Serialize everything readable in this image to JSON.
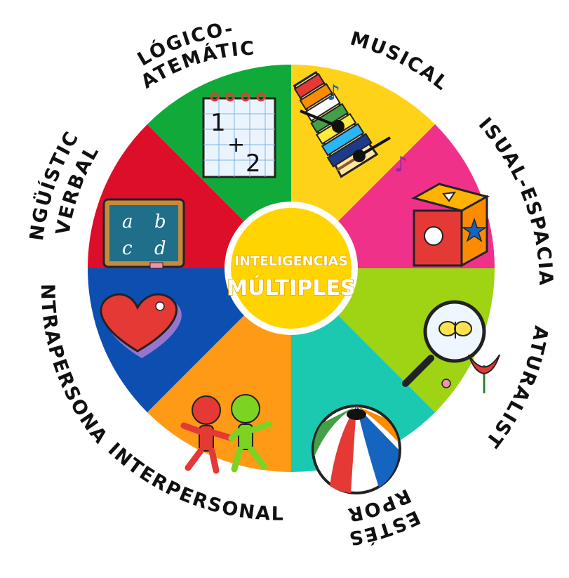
{
  "center": {
    "line1": "INTELIGENCIAS",
    "line2": "MÚLTIPLES",
    "fill_color": "#FFD400"
  },
  "segments": [
    {
      "name": "musical",
      "label_lines": [
        "MUSICAL"
      ],
      "color": "#FFD21A",
      "icon": "xylophone-icon"
    },
    {
      "name": "visual-espacial",
      "label_lines": [
        "VISUAL-ESPACIAL"
      ],
      "color": "#F0318A",
      "icon": "shape-cube-icon"
    },
    {
      "name": "naturalista",
      "label_lines": [
        "NATURALISTA"
      ],
      "color": "#9ED414",
      "icon": "magnifier-butterfly-icon"
    },
    {
      "name": "corporal-cinestesica",
      "label_lines": [
        "CORPORAL-",
        "CINESTÉSICA"
      ],
      "color": "#1BC8B0",
      "icon": "beach-ball-icon"
    },
    {
      "name": "interpersonal",
      "label_lines": [
        "INTERPERSONAL"
      ],
      "color": "#FF9A17",
      "icon": "holding-hands-icon"
    },
    {
      "name": "intrapersonal",
      "label_lines": [
        "INTRAPERSONAL"
      ],
      "color": "#0D4FB0",
      "icon": "heart-icon"
    },
    {
      "name": "linguistico-verbal",
      "label_lines": [
        "LINGÜÍSTICO-",
        "VERBAL"
      ],
      "color": "#DC0E2A",
      "icon": "chalkboard-letters-icon"
    },
    {
      "name": "logico-matematica",
      "label_lines": [
        "LÓGICO-",
        "MATEMÁTICA"
      ],
      "color": "#0FAA3A",
      "icon": "math-notepad-icon"
    }
  ],
  "icons": {
    "chalkboard": {
      "letters": [
        "a",
        "b",
        "c",
        "d"
      ]
    },
    "notepad": {
      "digits": [
        "1",
        "+",
        "2"
      ]
    }
  }
}
